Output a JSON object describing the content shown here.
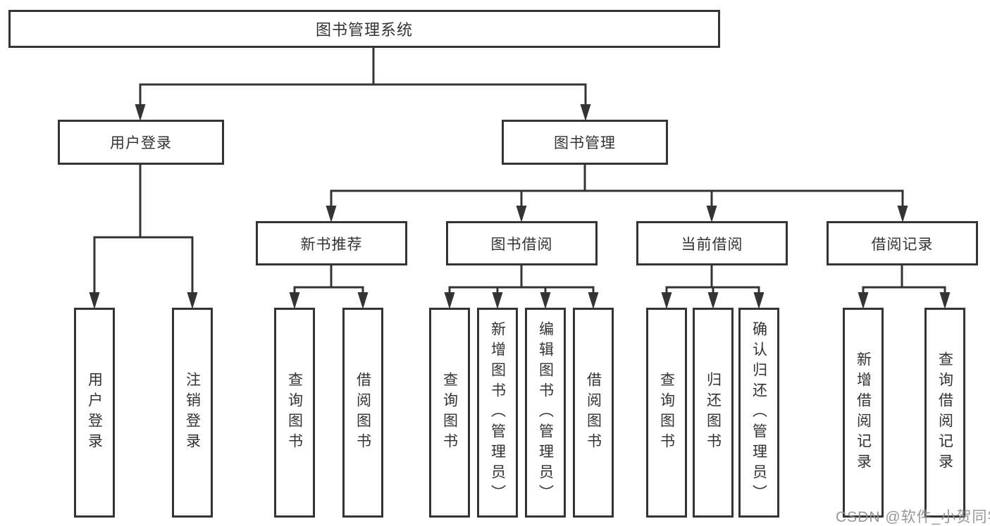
{
  "diagram": {
    "root": {
      "label": "图书管理系统"
    },
    "branches": [
      {
        "label": "用户登录",
        "children": [
          {
            "label": "用户登录"
          },
          {
            "label": "注销登录"
          }
        ]
      },
      {
        "label": "图书管理",
        "children": [
          {
            "label": "新书推荐",
            "children": [
              {
                "label": "查询图书"
              },
              {
                "label": "借阅图书"
              }
            ]
          },
          {
            "label": "图书借阅",
            "children": [
              {
                "label": "查询图书"
              },
              {
                "label": "新增图书（管理员）"
              },
              {
                "label": "编辑图书（管理员）"
              },
              {
                "label": "借阅图书"
              }
            ]
          },
          {
            "label": "当前借阅",
            "children": [
              {
                "label": "查询图书"
              },
              {
                "label": "归还图书"
              },
              {
                "label": "确认归还（管理员）"
              }
            ]
          },
          {
            "label": "借阅记录",
            "children": [
              {
                "label": "新增借阅记录"
              },
              {
                "label": "查询借阅记录"
              }
            ]
          }
        ]
      }
    ]
  },
  "watermark": "CSDN @软件_小贺同学",
  "colors": {
    "line": "#343434",
    "border": "#343434",
    "text": "#333333",
    "watermark": "#8f8f8f",
    "background": "#ffffff"
  }
}
